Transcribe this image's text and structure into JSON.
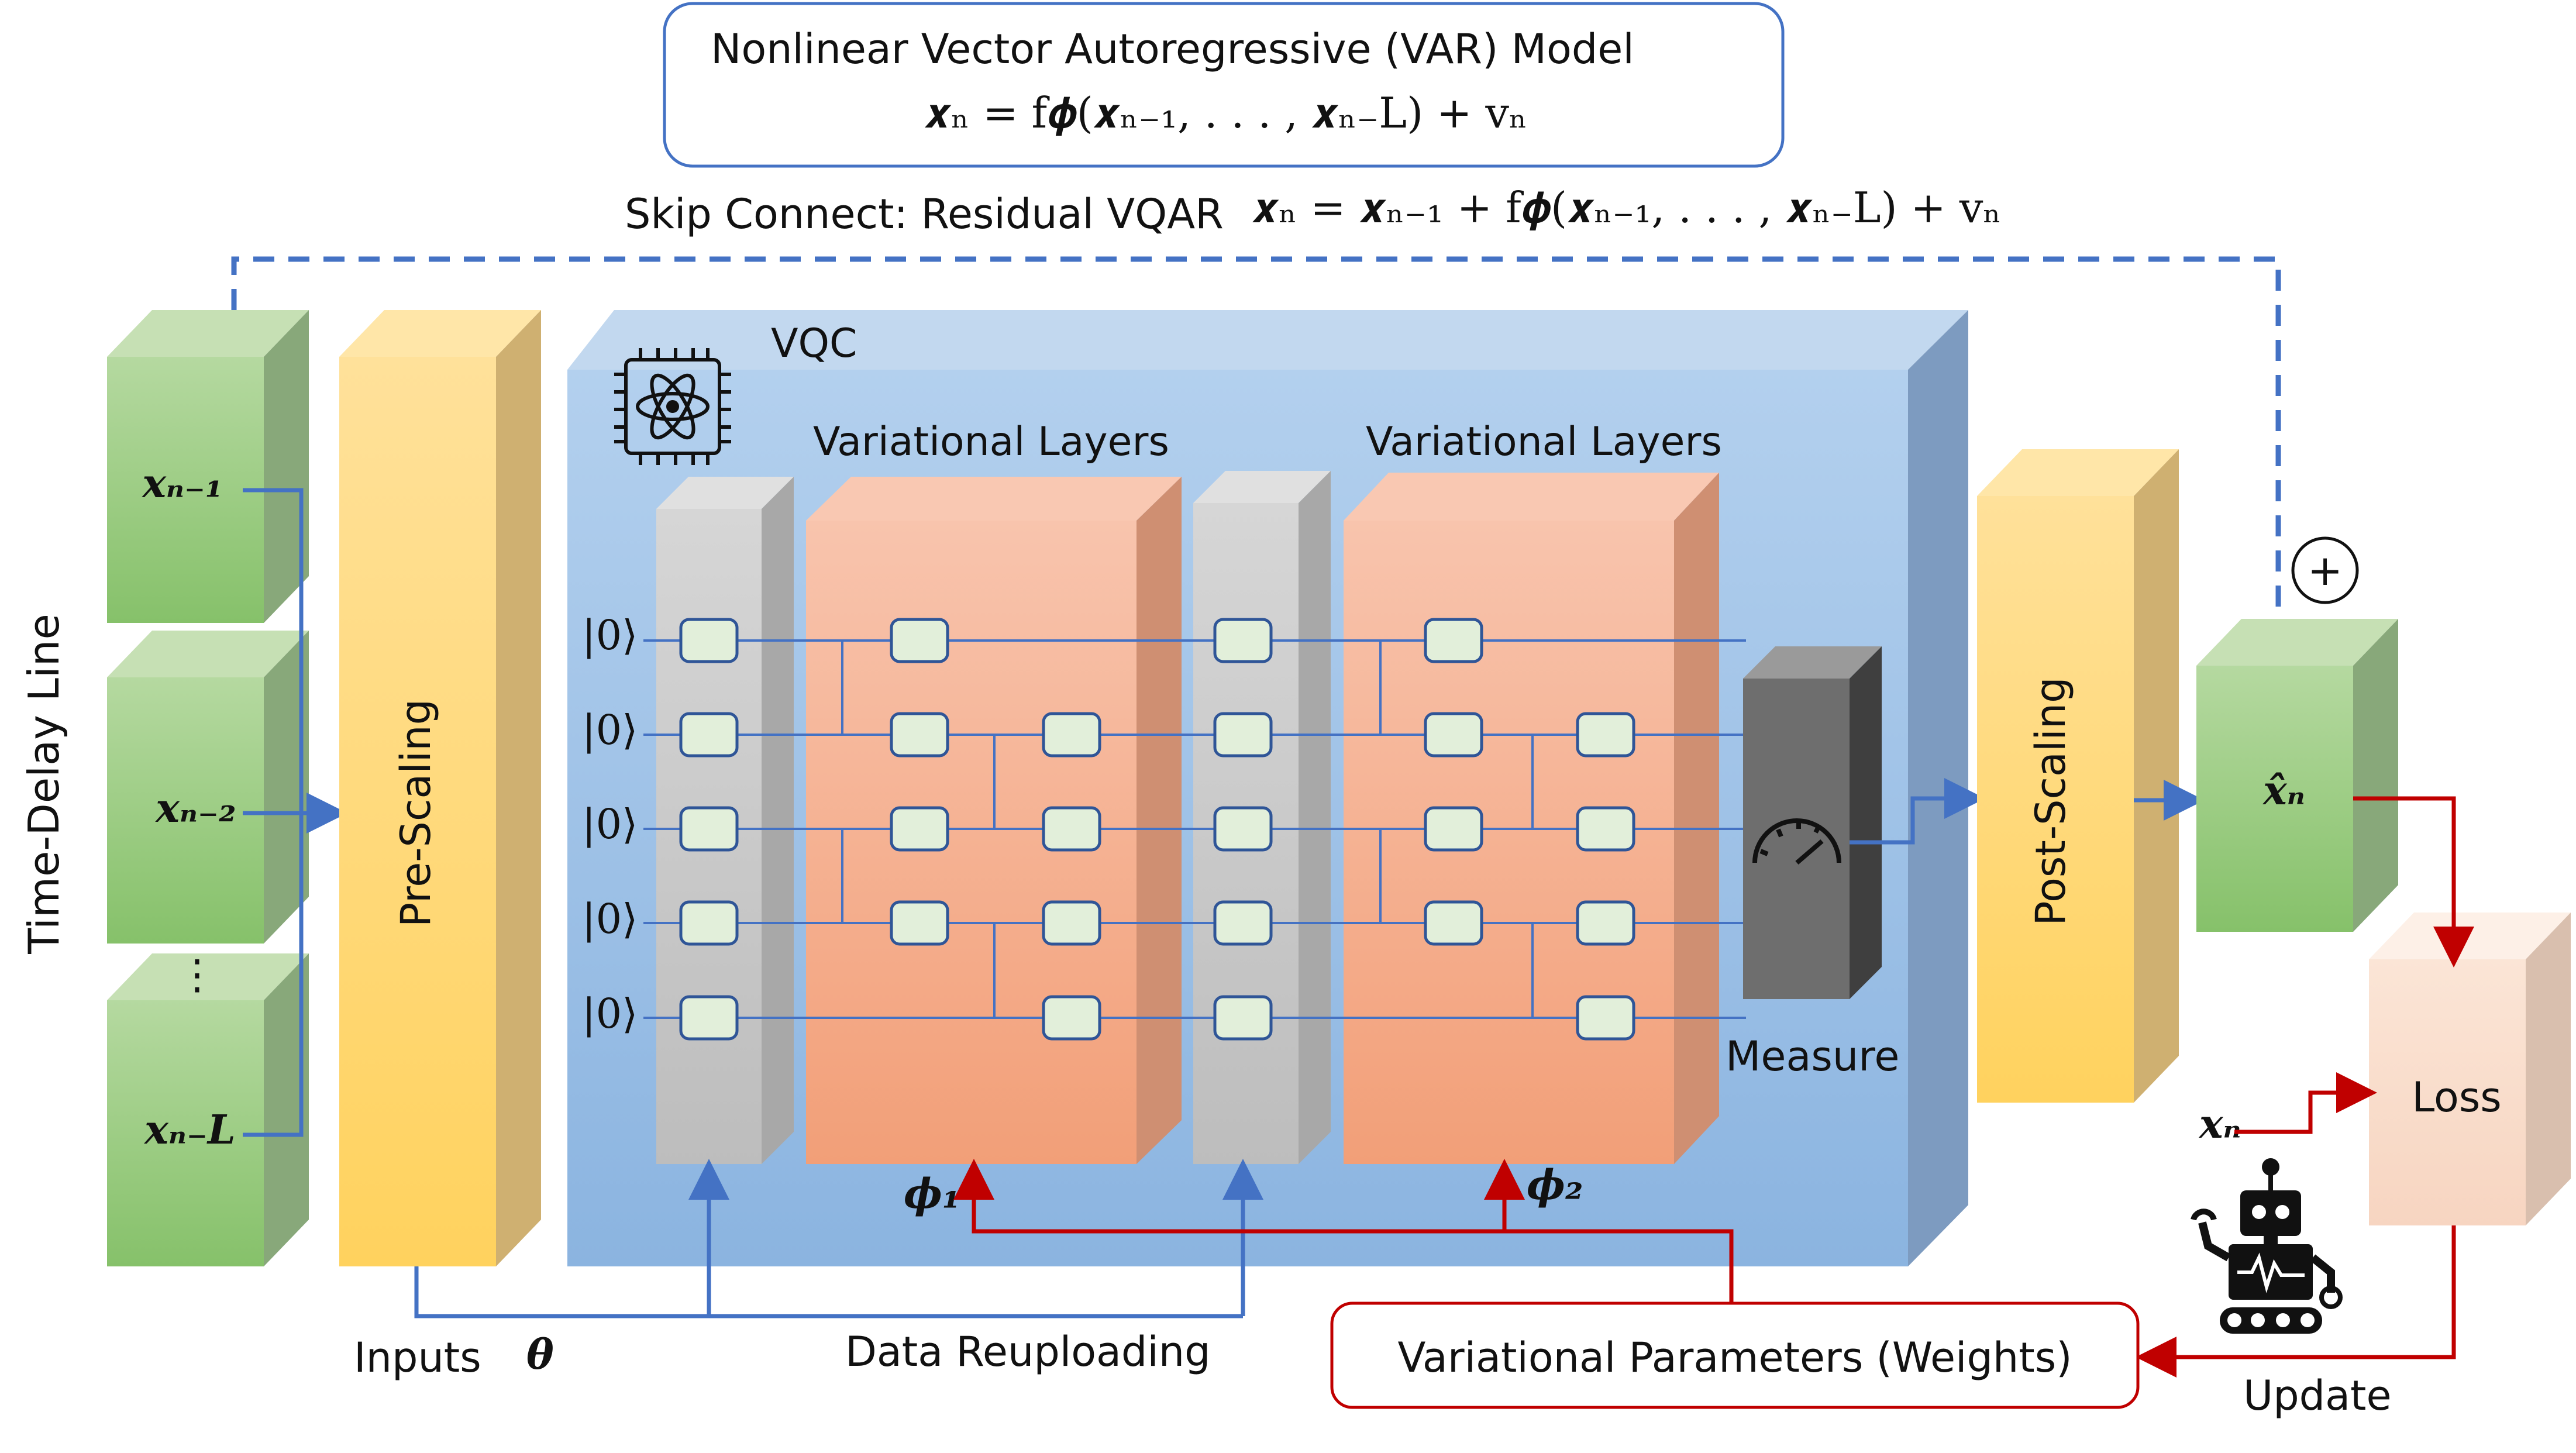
{
  "top_box": {
    "title": "Nonlinear Vector Autoregressive (VAR) Model",
    "equation": "𝒙ₙ = f𝝓(𝒙ₙ₋₁, . . . , 𝒙ₙ₋L) + vₙ"
  },
  "skip": {
    "label": "Skip Connect: Residual VQAR",
    "equation": "𝒙ₙ = 𝒙ₙ₋₁ + f𝝓(𝒙ₙ₋₁, . . . , 𝒙ₙ₋L) + vₙ"
  },
  "time_delay": {
    "label": "Time-Delay Line",
    "inputs": [
      "𝒙ₙ₋₁",
      "𝒙ₙ₋₂",
      "𝒙ₙ₋L"
    ],
    "dots": "⋮"
  },
  "pre_scaling": "Pre-Scaling",
  "post_scaling": "Post-Scaling",
  "vqc": {
    "label": "VQC",
    "layer_label_1": "Variational Layers",
    "layer_label_2": "Variational Layers",
    "qubit_init": "|0⟩",
    "measure": "Measure",
    "phi1": "𝝓₁",
    "phi2": "𝝓₂"
  },
  "output": {
    "xhat": "𝒙̂ₙ",
    "plus": "+"
  },
  "loss": {
    "label": "Loss",
    "target": "𝒙ₙ",
    "update": "Update"
  },
  "bottom": {
    "inputs": "Inputs",
    "theta": "𝜽",
    "reuploading": "Data Reuploading",
    "weights": "Variational Parameters (Weights)"
  },
  "colors": {
    "green": "#8fc46e",
    "yellow": "#ffd56a",
    "blue_box": "#9dc3e6",
    "salmon": "#f4a07d",
    "gray": "#c8c8c8",
    "blue_line": "#4472c4",
    "red_line": "#c00000",
    "gate": "#e2efda"
  }
}
